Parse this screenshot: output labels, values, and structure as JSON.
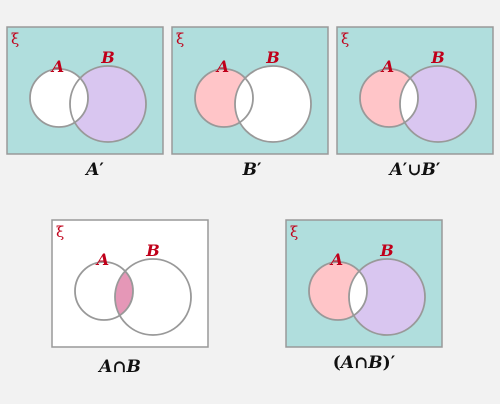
{
  "colors": {
    "page_bg": "#f2f2f2",
    "universe_fill": "#b0dedd",
    "white": "#ffffff",
    "circle_a_fill": "#ffc5c8",
    "circle_b_fill": "#d9c6f0",
    "intersection_fill": "#e597b7",
    "stroke": "#999999",
    "label_red": "#c0001a"
  },
  "diagrams": [
    {
      "id": "a-complement",
      "xi": "ξ",
      "label_a": "A",
      "label_b": "B",
      "caption": "A′",
      "shade": {
        "outside": true,
        "a_only": false,
        "b_only": true,
        "both": false
      }
    },
    {
      "id": "b-complement",
      "xi": "ξ",
      "label_a": "A",
      "label_b": "B",
      "caption": "B′",
      "shade": {
        "outside": true,
        "a_only": true,
        "b_only": false,
        "both": false
      }
    },
    {
      "id": "a-complement-union-b-complement",
      "xi": "ξ",
      "label_a": "A",
      "label_b": "B",
      "caption": "A′∪B′",
      "shade": {
        "outside": true,
        "a_only": true,
        "b_only": true,
        "both": false
      }
    },
    {
      "id": "a-intersection-b",
      "xi": "ξ",
      "label_a": "A",
      "label_b": "B",
      "caption": "A∩B",
      "shade": {
        "outside": false,
        "a_only": false,
        "b_only": false,
        "both": true
      }
    },
    {
      "id": "complement-of-a-intersection-b",
      "xi": "ξ",
      "label_a": "A",
      "label_b": "B",
      "caption": "(A∩B)′",
      "shade": {
        "outside": true,
        "a_only": true,
        "b_only": true,
        "both": false
      }
    }
  ]
}
